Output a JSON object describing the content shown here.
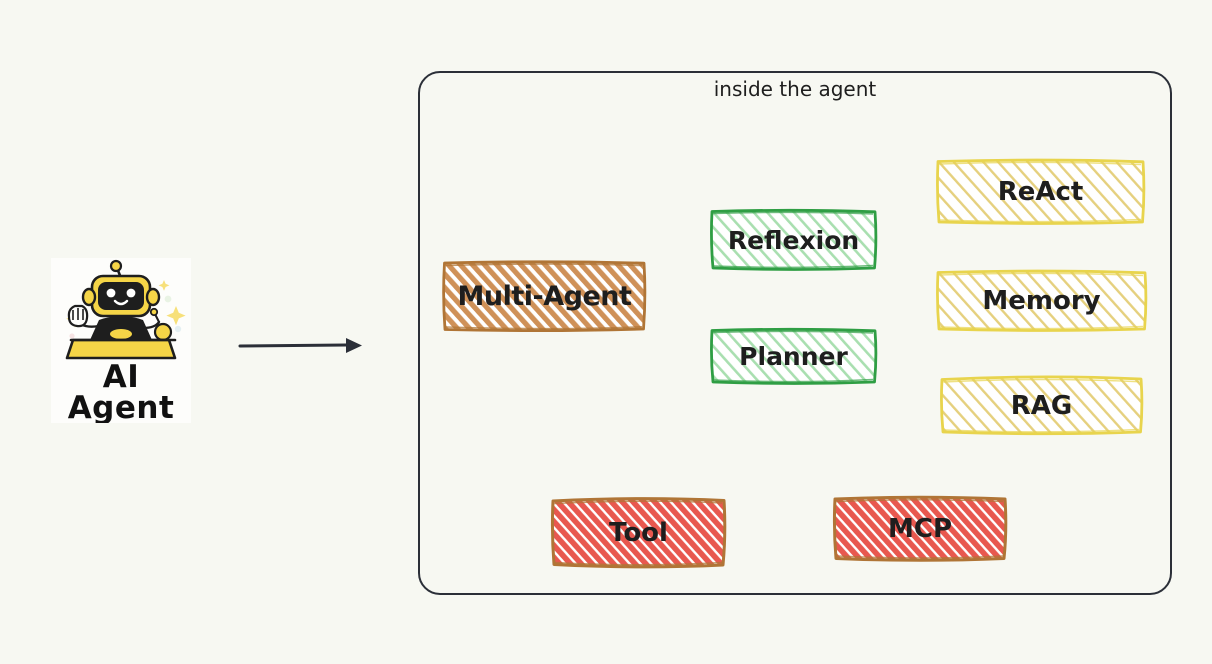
{
  "page": {
    "background_color": "#f7f8f2",
    "text_color": "#1e1e1e"
  },
  "agent_tile": {
    "icon": "ai-robot-illustration",
    "caption_line1": "AI",
    "caption_line2": "Agent",
    "background_color": "#fdfdfb",
    "accent_color": "#f5d547"
  },
  "arrow": {
    "icon": "arrow-right-icon",
    "color": "#2b2f38",
    "direction": "right"
  },
  "frame": {
    "title": "inside the agent",
    "border_color": "#2b2f38"
  },
  "nodes": [
    {
      "id": "multi-agent",
      "label": "Multi-Agent",
      "stroke_color": "#b07536",
      "fill_color": "#cf9158",
      "group": "orchestration"
    },
    {
      "id": "reflexion",
      "label": "Reflexion",
      "stroke_color": "#2f9e44",
      "fill_color": "#a9dfb0",
      "group": "reasoning"
    },
    {
      "id": "planner",
      "label": "Planner",
      "stroke_color": "#2f9e44",
      "fill_color": "#a9dfb0",
      "group": "reasoning"
    },
    {
      "id": "react",
      "label": "ReAct",
      "stroke_color": "#e8d44d",
      "fill_color": "#efe1a0",
      "group": "technique"
    },
    {
      "id": "memory",
      "label": "Memory",
      "stroke_color": "#e8d44d",
      "fill_color": "#efe1a0",
      "group": "technique"
    },
    {
      "id": "rag",
      "label": "RAG",
      "stroke_color": "#e8d44d",
      "fill_color": "#efe1a0",
      "group": "technique"
    },
    {
      "id": "tool",
      "label": "Tool",
      "stroke_color": "#b07536",
      "fill_color": "#e8584f",
      "group": "integration"
    },
    {
      "id": "mcp",
      "label": "MCP",
      "stroke_color": "#b07536",
      "fill_color": "#e8584f",
      "group": "integration"
    }
  ]
}
